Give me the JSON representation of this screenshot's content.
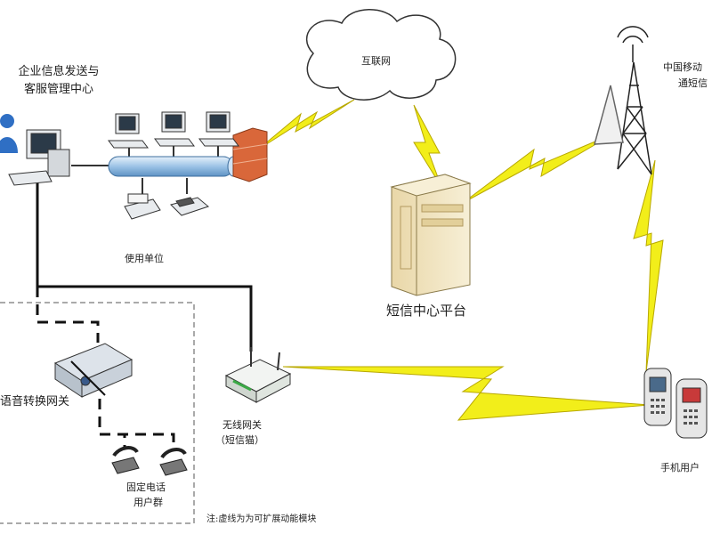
{
  "labels": {
    "enterprise_center_line1": "企业信息发送与",
    "enterprise_center_line2": "客服管理中心",
    "internet": "互联网",
    "user_units": "使用单位",
    "sms_center_platform": "短信中心平台",
    "china_mobile_line1": "中国移动",
    "china_mobile_line2": "通短信",
    "voice_gateway": "语音转换网关",
    "fixed_phone_line1": "固定电话",
    "fixed_phone_line2": "用户群",
    "wireless_gateway_line1": "无线网关",
    "wireless_gateway_line2": "（短信猫）",
    "mobile_users": "手机用户",
    "note": "注:虚线为为可扩展动能模块"
  },
  "colors": {
    "lightning": "#f2ee1a",
    "lightning_stroke": "#b8a800",
    "bus": "#a9cbe8",
    "firewall": "#d9673a",
    "server": "#efe1b8"
  }
}
